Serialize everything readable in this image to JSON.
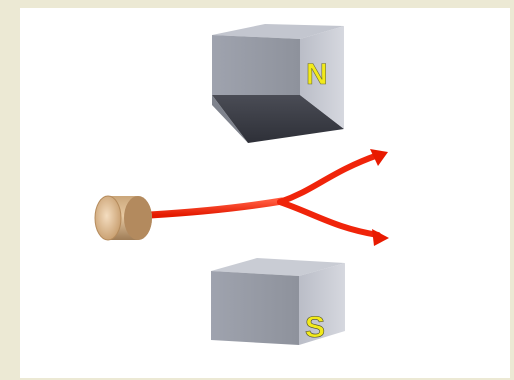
{
  "diagram": {
    "magnets": [
      {
        "pole": "N",
        "role": "north"
      },
      {
        "pole": "S",
        "role": "south"
      }
    ]
  },
  "colors": {
    "background": "#ece9d4",
    "panel": "#ffffff",
    "magnet_body": "#a6aab8",
    "beam": "#ff2a10",
    "source_face": "#e8c9a0",
    "pole_label": "#f2ea1a"
  },
  "icons": {
    "source": "cylinder-source-icon",
    "beam_arrow": "arrowhead-icon"
  }
}
